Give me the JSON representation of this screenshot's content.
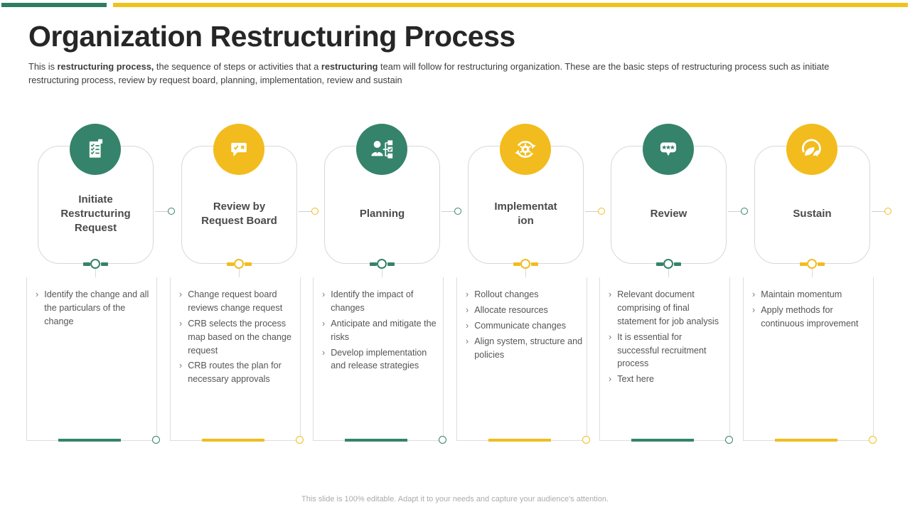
{
  "slide": {
    "title": "Organization Restructuring Process",
    "intro": {
      "p1": "This is ",
      "p2": "restructuring process,",
      "p3": " the sequence of steps or activities that a ",
      "p4": "restructuring",
      "p5": " team will follow for restructuring organization. These are the basic steps of restructuring process such as initiate restructuring process, review by request board, planning, implementation, review and sustain"
    },
    "footer": "This slide is 100% editable. Adapt it to your needs and capture your audience's attention."
  },
  "ui": {
    "bullet_char": "›"
  },
  "colors": {
    "green": "#35836A",
    "yellow": "#F2BC1E",
    "topbar_green": "#2E7D63",
    "topbar_yellow": "#EFC31A",
    "card_border": "#D8D8D8"
  },
  "steps": [
    {
      "title": "Initiate Restructuring Request",
      "color": "green",
      "icon": "checklist-icon",
      "bullets": [
        "Identify the change and all the particulars of the change"
      ]
    },
    {
      "title": "Review by Request Board",
      "color": "yellow",
      "icon": "approval-chat-icon",
      "bullets": [
        "Change request board reviews change request",
        "CRB selects the process map based on the change request",
        "CRB routes the plan for necessary approvals"
      ]
    },
    {
      "title": "Planning",
      "color": "green",
      "icon": "person-orgchart-icon",
      "bullets": [
        "Identify the impact of changes",
        "Anticipate and mitigate the risks",
        "Develop implementation and release strategies"
      ]
    },
    {
      "title": "Implementat\nion",
      "color": "yellow",
      "icon": "process-gear-icon",
      "bullets": [
        "Rollout changes",
        "Allocate resources",
        "Communicate changes",
        "Align system, structure and policies"
      ]
    },
    {
      "title": "Review",
      "color": "green",
      "icon": "feedback-chat-icon",
      "bullets": [
        "Relevant document comprising of final statement for job analysis",
        "It is essential for successful recruitment process",
        "Text here"
      ]
    },
    {
      "title": "Sustain",
      "color": "yellow",
      "icon": "sustain-leaf-icon",
      "bullets": [
        "Maintain momentum",
        "Apply methods for continuous improvement"
      ]
    }
  ]
}
